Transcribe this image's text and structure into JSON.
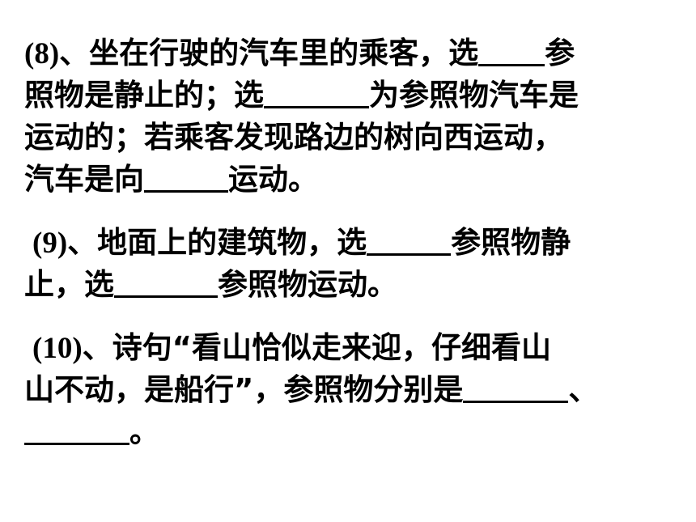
{
  "questions": [
    {
      "lines": [
        {
          "num": "(8)",
          "parts": [
            "、坐在行驶的汽车里的乘客，选",
            "参"
          ]
        },
        {
          "parts": [
            "照物是静止的；选",
            "为参照物汽车是"
          ]
        },
        {
          "parts": [
            "运动的；若乘客发现路边的树向西运动，"
          ]
        },
        {
          "parts": [
            "汽车是向",
            "运动。"
          ]
        }
      ]
    },
    {
      "lines": [
        {
          "num": "(9)",
          "parts": [
            "、地面上的建筑物，选",
            "参照物静"
          ]
        },
        {
          "parts": [
            "止，选",
            "参照物运动。"
          ]
        }
      ]
    },
    {
      "lines": [
        {
          "num": "(10)",
          "parts": [
            "、诗句“看山恰似走来迎，仔细看山"
          ]
        },
        {
          "parts": [
            "山不动，是船行”，参照物分别是",
            "、"
          ]
        },
        {
          "parts": [
            "。"
          ]
        }
      ]
    }
  ]
}
